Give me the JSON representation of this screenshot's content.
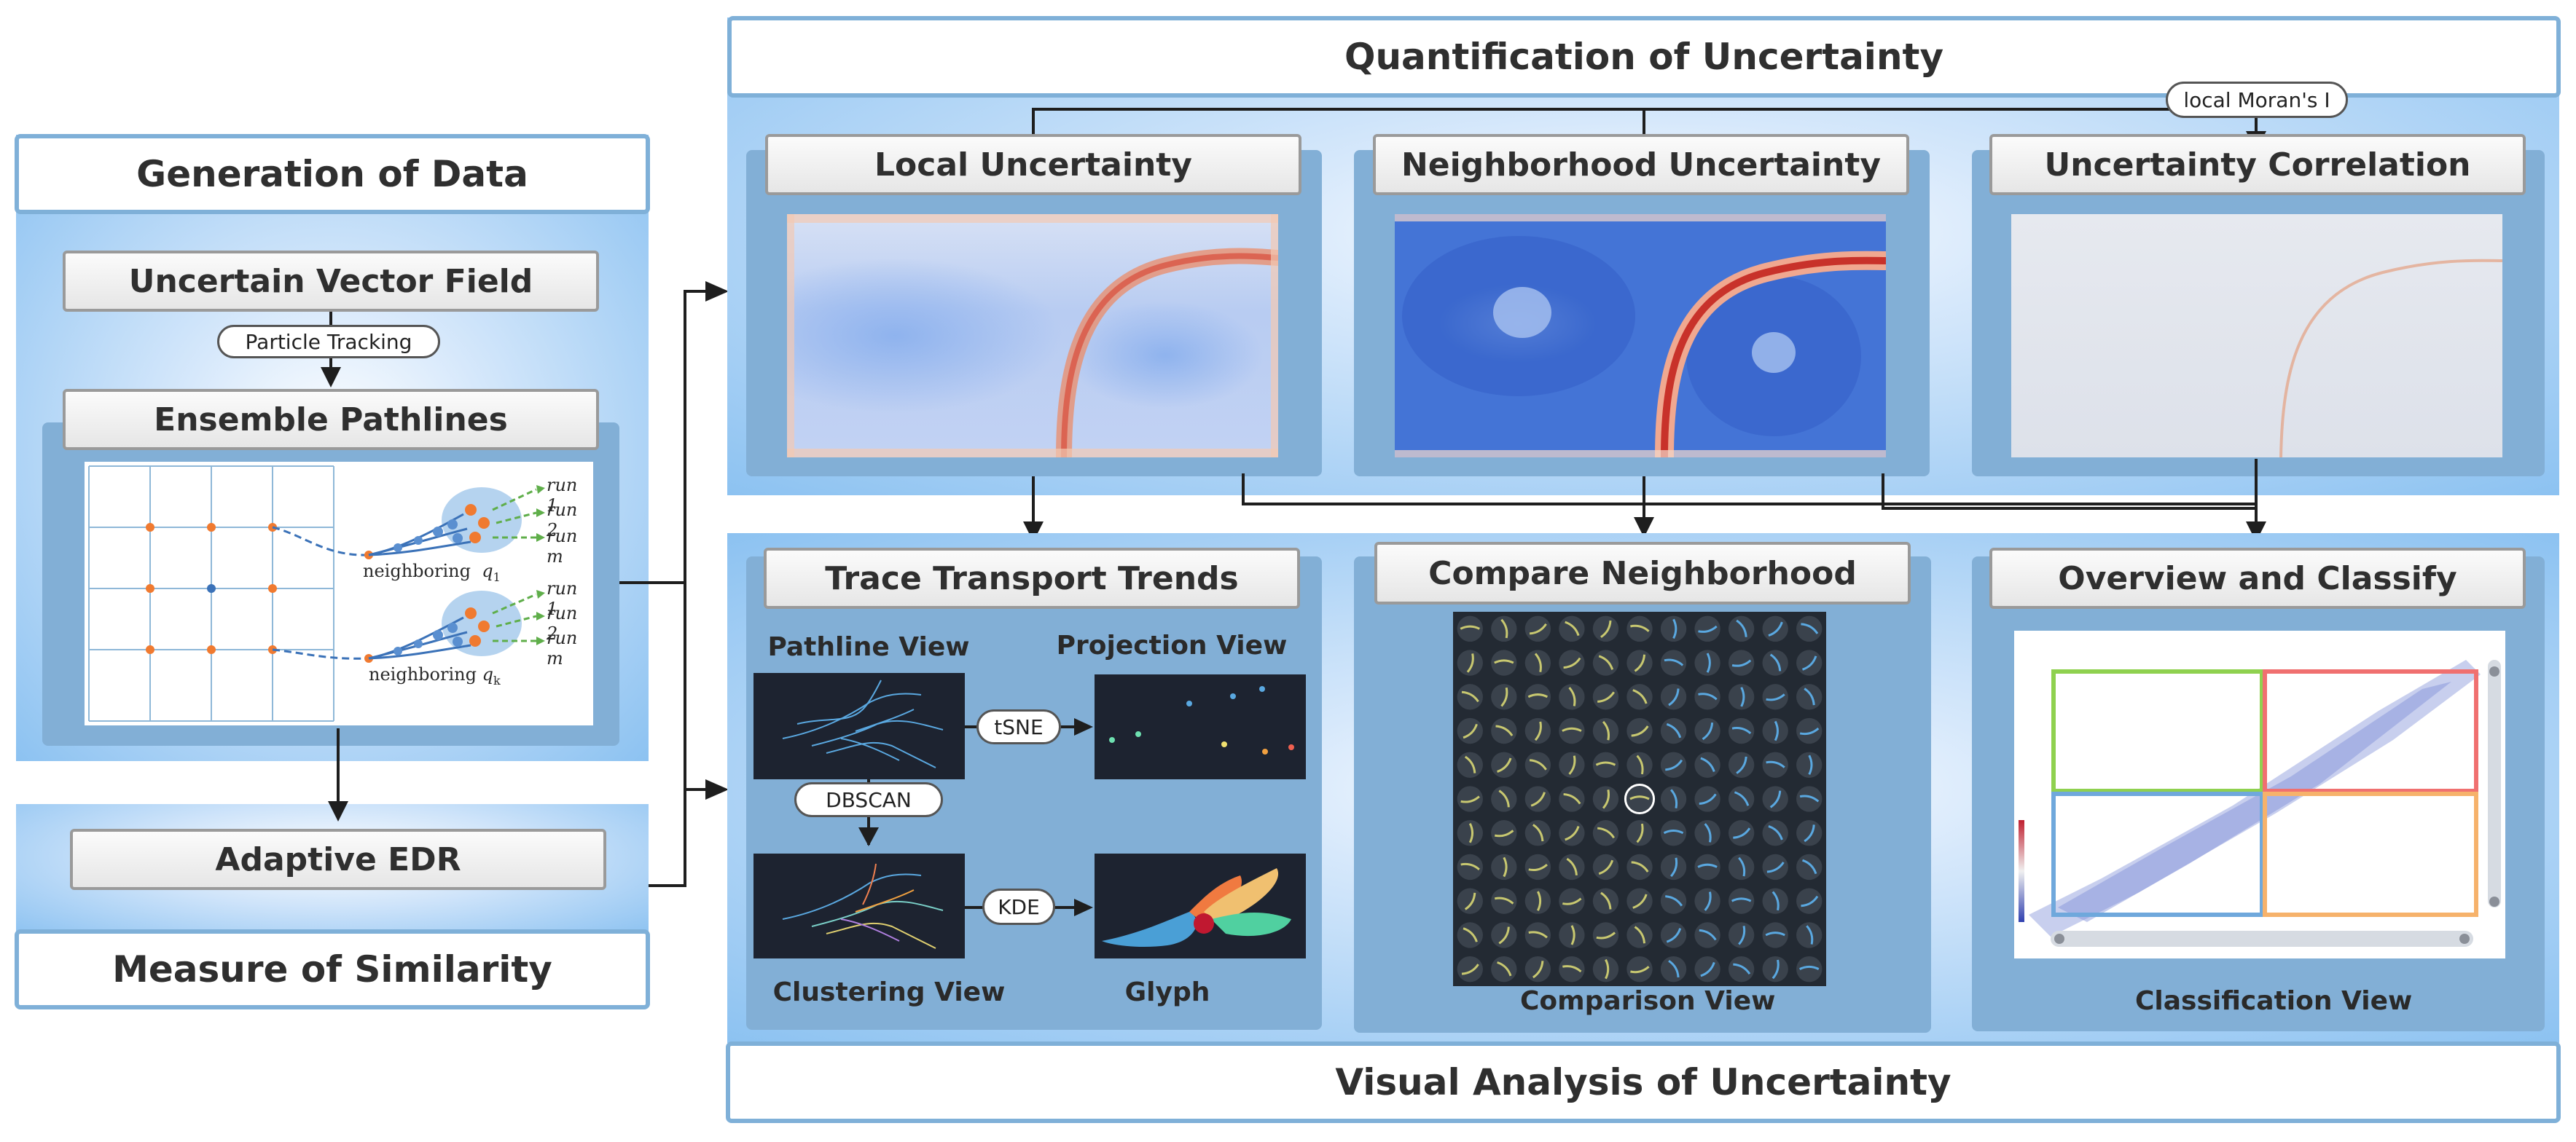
{
  "left": {
    "generation_title": "Generation of  Data",
    "uncertain_vector_field": "Uncertain Vector Field",
    "particle_tracking": "Particle Tracking",
    "ensemble_pathlines": "Ensemble Pathlines",
    "neighboring_q1": "neighboring",
    "neighboring_qk": "neighboring",
    "q1": "q",
    "q1_sub": "1",
    "qk": "q",
    "qk_sub": "k",
    "runs_top": [
      "run 1",
      "run 2",
      "run m"
    ],
    "runs_bottom": [
      "run 1",
      "run 2",
      "run m"
    ],
    "adaptive_edr": "Adaptive EDR",
    "similarity_title": "Measure of Similarity"
  },
  "quant": {
    "title": "Quantification of Uncertainty",
    "local_morans": "local Moran's I",
    "local_uncertainty": "Local Uncertainty",
    "neighborhood_uncertainty": "Neighborhood Uncertainty",
    "uncertainty_correlation": "Uncertainty Correlation"
  },
  "visual": {
    "title": "Visual Analysis of Uncertainty",
    "trace_transport_trends": "Trace Transport Trends",
    "pathline_view": "Pathline View",
    "projection_view": "Projection View",
    "tsne": "tSNE",
    "dbscan": "DBSCAN",
    "kde": "KDE",
    "clustering_view": "Clustering View",
    "glyph": "Glyph",
    "compare_neighborhood": "Compare Neighborhood",
    "comparison_view": "Comparison View",
    "overview_and_classify": "Overview and Classify",
    "classification_view": "Classification View"
  },
  "colors": {
    "region_edge": "#8cc2f1",
    "panel": "#82afd6",
    "title_border": "#7fb0d8",
    "arrow": "#1e1e1e",
    "quad_green": "#8fd14f",
    "quad_red": "#f07070",
    "quad_blue": "#6fa8dc",
    "quad_orange": "#f6b26b"
  }
}
